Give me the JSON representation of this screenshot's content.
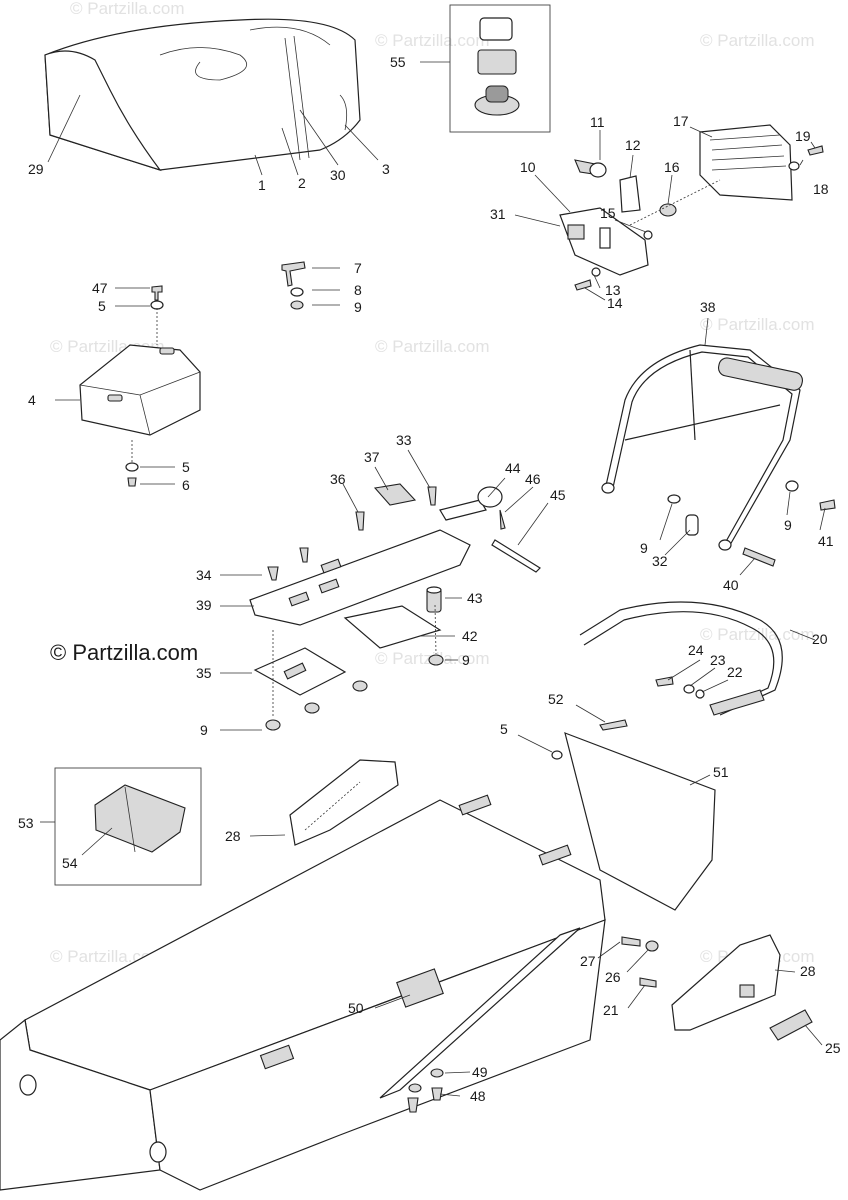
{
  "watermark": {
    "text": "© Partzilla.com",
    "color": "#e2e2e2",
    "main_color": "#1a1a1a"
  },
  "diagram": {
    "labels": [
      {
        "id": "1",
        "text": "1"
      },
      {
        "id": "2",
        "text": "2"
      },
      {
        "id": "3",
        "text": "3"
      },
      {
        "id": "4",
        "text": "4"
      },
      {
        "id": "5a",
        "text": "5"
      },
      {
        "id": "5b",
        "text": "5"
      },
      {
        "id": "5c",
        "text": "5"
      },
      {
        "id": "6",
        "text": "6"
      },
      {
        "id": "7",
        "text": "7"
      },
      {
        "id": "8",
        "text": "8"
      },
      {
        "id": "9a",
        "text": "9"
      },
      {
        "id": "9b",
        "text": "9"
      },
      {
        "id": "9c",
        "text": "9"
      },
      {
        "id": "9d",
        "text": "9"
      },
      {
        "id": "9e",
        "text": "9"
      },
      {
        "id": "10",
        "text": "10"
      },
      {
        "id": "11",
        "text": "11"
      },
      {
        "id": "12",
        "text": "12"
      },
      {
        "id": "13",
        "text": "13"
      },
      {
        "id": "14",
        "text": "14"
      },
      {
        "id": "15",
        "text": "15"
      },
      {
        "id": "16",
        "text": "16"
      },
      {
        "id": "17",
        "text": "17"
      },
      {
        "id": "18",
        "text": "18"
      },
      {
        "id": "19",
        "text": "19"
      },
      {
        "id": "20",
        "text": "20"
      },
      {
        "id": "21",
        "text": "21"
      },
      {
        "id": "22",
        "text": "22"
      },
      {
        "id": "23",
        "text": "23"
      },
      {
        "id": "24",
        "text": "24"
      },
      {
        "id": "25",
        "text": "25"
      },
      {
        "id": "26",
        "text": "26"
      },
      {
        "id": "27",
        "text": "27"
      },
      {
        "id": "28a",
        "text": "28"
      },
      {
        "id": "28b",
        "text": "28"
      },
      {
        "id": "29",
        "text": "29"
      },
      {
        "id": "30",
        "text": "30"
      },
      {
        "id": "31",
        "text": "31"
      },
      {
        "id": "32",
        "text": "32"
      },
      {
        "id": "33",
        "text": "33"
      },
      {
        "id": "34",
        "text": "34"
      },
      {
        "id": "35",
        "text": "35"
      },
      {
        "id": "36",
        "text": "36"
      },
      {
        "id": "37",
        "text": "37"
      },
      {
        "id": "38",
        "text": "38"
      },
      {
        "id": "39",
        "text": "39"
      },
      {
        "id": "40",
        "text": "40"
      },
      {
        "id": "41",
        "text": "41"
      },
      {
        "id": "42",
        "text": "42"
      },
      {
        "id": "43",
        "text": "43"
      },
      {
        "id": "44",
        "text": "44"
      },
      {
        "id": "45",
        "text": "45"
      },
      {
        "id": "46",
        "text": "46"
      },
      {
        "id": "47",
        "text": "47"
      },
      {
        "id": "48",
        "text": "48"
      },
      {
        "id": "49",
        "text": "49"
      },
      {
        "id": "50",
        "text": "50"
      },
      {
        "id": "51",
        "text": "51"
      },
      {
        "id": "52",
        "text": "52"
      },
      {
        "id": "53",
        "text": "53"
      },
      {
        "id": "54",
        "text": "54"
      },
      {
        "id": "55",
        "text": "55"
      }
    ]
  }
}
